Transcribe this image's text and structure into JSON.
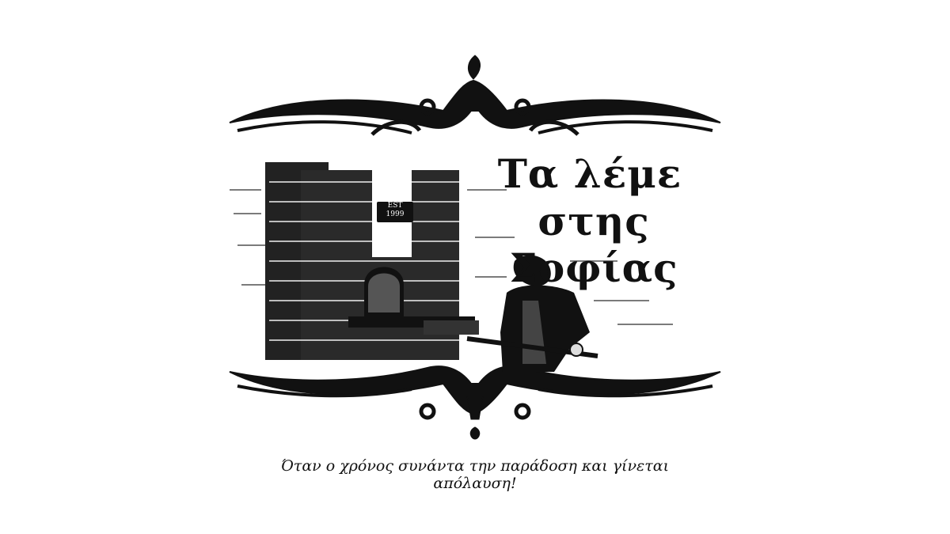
{
  "brand": {
    "title_line1": "Τα λέμε",
    "title_line2": "στης Σοφίας",
    "est_label": "EST",
    "est_year": "1999",
    "tagline": "Όταν ο χρόνος συνάντα την παράδοση και γίνεται απόλαυση!"
  },
  "colors": {
    "ink": "#111111",
    "background": "#ffffff"
  },
  "icons": {
    "top_ornament": "ornamental-scroll-icon",
    "bottom_ornament": "ornamental-scroll-icon",
    "illustration": "stone-oven-woman-illustration"
  }
}
